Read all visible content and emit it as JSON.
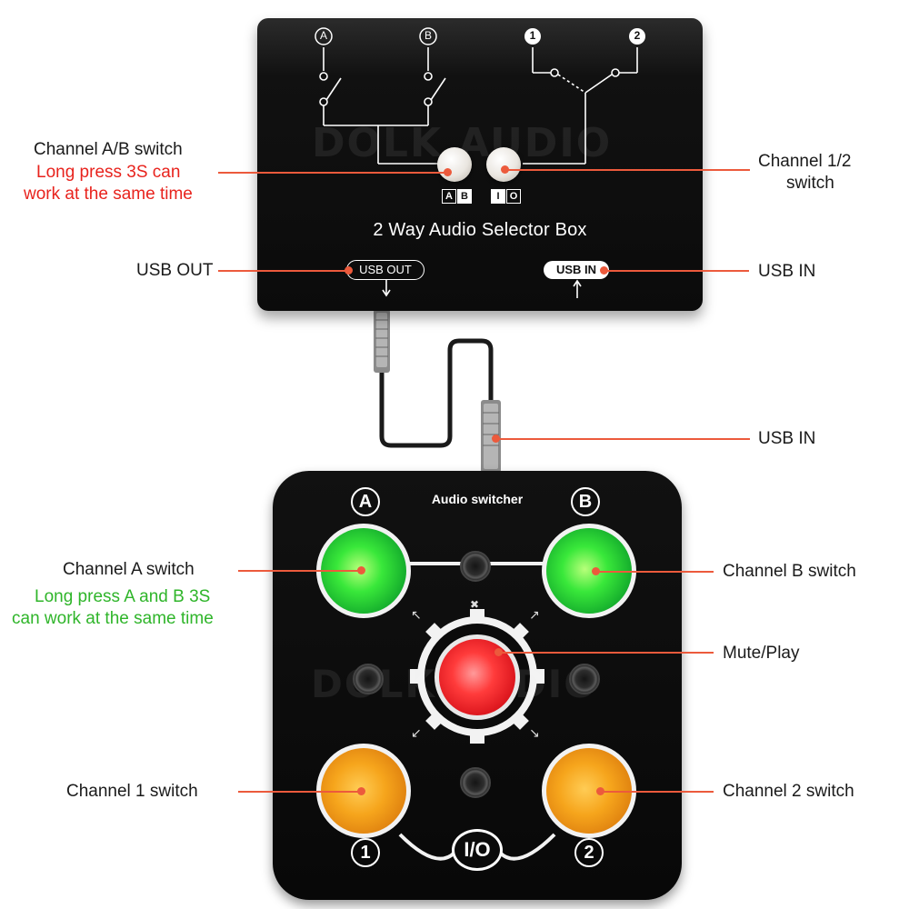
{
  "top_box": {
    "channel_a": "A",
    "channel_b": "B",
    "channel_1": "1",
    "channel_2": "2",
    "title": "2 Way Audio Selector Box",
    "watermark": "DOLK AUDIO",
    "usb_out_port": "USB OUT",
    "usb_in_port": "USB IN",
    "ab_tag": [
      "A",
      "B"
    ],
    "io_tag": [
      "I",
      "O"
    ]
  },
  "pad": {
    "title": "Audio switcher",
    "label_a": "A",
    "label_b": "B",
    "label_1": "1",
    "label_2": "2",
    "io_label": "I/O",
    "watermark": "DOLK AUDIO"
  },
  "callouts": {
    "ab_switch": "Channel A/B switch",
    "ab_note_1": "Long press 3S can",
    "ab_note_2": "work at the same time",
    "ch12_switch_1": "Channel 1/2",
    "ch12_switch_2": "switch",
    "usb_out": "USB OUT",
    "usb_in_top": "USB IN",
    "usb_in_pad": "USB IN",
    "channel_a_switch": "Channel A switch",
    "ab_long_1": "Long press A and B 3S",
    "ab_long_2": "can work at the same time",
    "channel_b_switch": "Channel B switch",
    "mute_play": "Mute/Play",
    "channel_1_switch": "Channel 1 switch",
    "channel_2_switch": "Channel 2 switch"
  },
  "colors": {
    "leader": "#ec5a3c",
    "note_red": "#e8231d",
    "note_green": "#2fb52a",
    "btn_green": "#39e83a",
    "btn_red": "#ff3b3b",
    "btn_orange": "#f6a51c"
  }
}
